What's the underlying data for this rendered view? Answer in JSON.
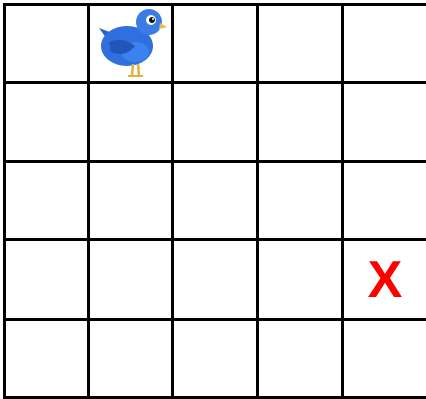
{
  "game": {
    "grid": {
      "columns": 5,
      "rows": 5
    },
    "player": {
      "sprite": "blue-bird-icon",
      "column": 2,
      "row": 1
    },
    "target": {
      "label": "X",
      "color": "#ff0000",
      "column": 5,
      "row": 4
    }
  }
}
